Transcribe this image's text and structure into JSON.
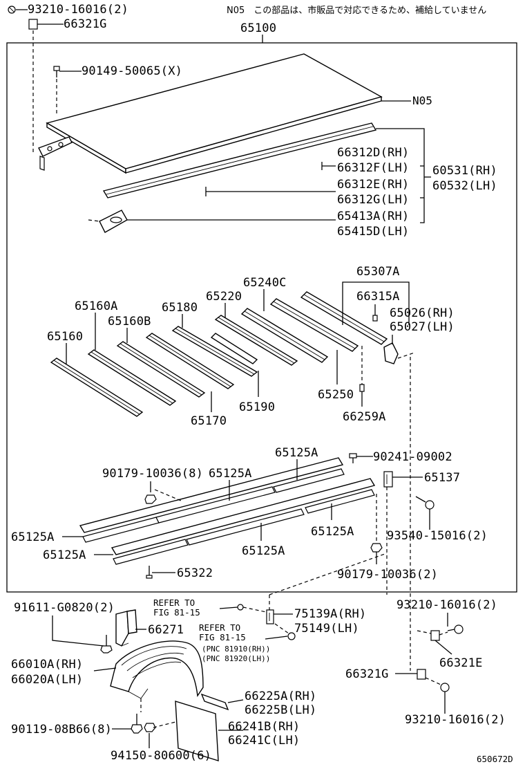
{
  "note": "N05　この部品は、市販品で対応できるため、補給していません",
  "drawing_id": "650672D",
  "labels": {
    "p93210_top": "93210-16016(2)",
    "p66321G_top": "66321G",
    "p65100": "65100",
    "p90149": "90149-50065(X)",
    "pN05": "N05",
    "p66312D": "66312D(RH)",
    "p66312F": "66312F(LH)",
    "p60531": "60531(RH)",
    "p60532": "60532(LH)",
    "p66312E": "66312E(RH)",
    "p66312G": "66312G(LH)",
    "p65413A": "65413A(RH)",
    "p65415D": "65415D(LH)",
    "p65307A": "65307A",
    "p66315A": "66315A",
    "p65026": "65026(RH)",
    "p65027": "65027(LH)",
    "p65240C": "65240C",
    "p65220": "65220",
    "p65180": "65180",
    "p65160A": "65160A",
    "p65160B": "65160B",
    "p65160": "65160",
    "p65170": "65170",
    "p65190": "65190",
    "p65250": "65250",
    "p66259A": "66259A",
    "p65125A_1": "65125A",
    "p90241": "90241-09002",
    "p90179_8": "90179-10036(8)",
    "p65125A_2": "65125A",
    "p65137": "65137",
    "p65125A_3": "65125A",
    "p65125A_4": "65125A",
    "p93540": "93540-15016(2)",
    "p65125A_5": "65125A",
    "p65125A_6": "65125A",
    "p65322": "65322",
    "p90179_2": "90179-10036(2)",
    "p91611": "91611-G0820(2)",
    "refer1_a": "REFER TO",
    "refer1_b": "FIG  81-15",
    "p75139A": "75139A(RH)",
    "p75149": "75149(LH)",
    "p93210_mid": "93210-16016(2)",
    "p66271": "66271",
    "refer2_a": "REFER TO",
    "refer2_b": "FIG  81-15",
    "pnc1": "(PNC  81910(RH))",
    "pnc2": "(PNC  81920(LH))",
    "p66321E": "66321E",
    "p66010A": "66010A(RH)",
    "p66020A": "66020A(LH)",
    "p66321G_bot": "66321G",
    "p66225A": "66225A(RH)",
    "p66225B": "66225B(LH)",
    "p93210_bot": "93210-16016(2)",
    "p90119": "90119-08B66(8)",
    "p66241B": "66241B(RH)",
    "p66241C": "66241C(LH)",
    "p94150": "94150-80600(6)"
  }
}
